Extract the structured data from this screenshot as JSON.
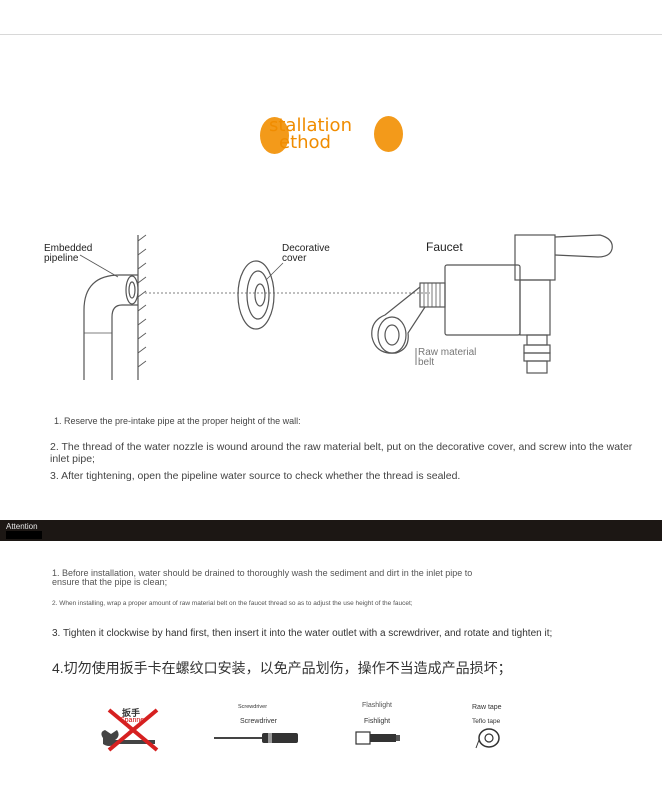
{
  "title": {
    "line1": "stallation",
    "line2": "ethod"
  },
  "diagram": {
    "embedded_pipeline": "Embedded\npipeline",
    "decorative_cover": "Decorative\ncover",
    "faucet": "Faucet",
    "raw_material_belt": "Raw material\nbelt"
  },
  "steps": [
    "1. Reserve the pre-intake pipe at the proper height of the wall:",
    "2. The thread of the water nozzle is wound around the raw material belt, put on the decorative cover, and screw into the water inlet pipe;",
    "3. After tightening, open the pipeline water source to check whether the thread is sealed."
  ],
  "attention": {
    "label": "Attention"
  },
  "notes": [
    "1. Before installation, water should be drained to thoroughly wash the sediment and dirt in the inlet pipe to ensure that the pipe is clean;",
    "2. When installing, wrap a proper amount of raw material belt on the faucet thread so as to adjust the use height of the faucet;",
    "3. Tighten it clockwise by hand first, then insert it into the water outlet with a screwdriver, and rotate and tighten it;",
    "4.切勿使用扳手卡在螺纹口安装，以免产品划伤，操作不当造成产品损坏；"
  ],
  "tools": [
    {
      "top": "扳手",
      "bottom": "Spanner"
    },
    {
      "top": "Screwdriver",
      "bottom": "Screwdriver"
    },
    {
      "top": "Flashlight",
      "bottom": "Fishlight"
    },
    {
      "top": "Raw tape",
      "bottom": "Teflo tape"
    }
  ],
  "colors": {
    "accent": "#f39a1a",
    "attention_bar": "#1c1714",
    "forbidden": "#d62020"
  }
}
